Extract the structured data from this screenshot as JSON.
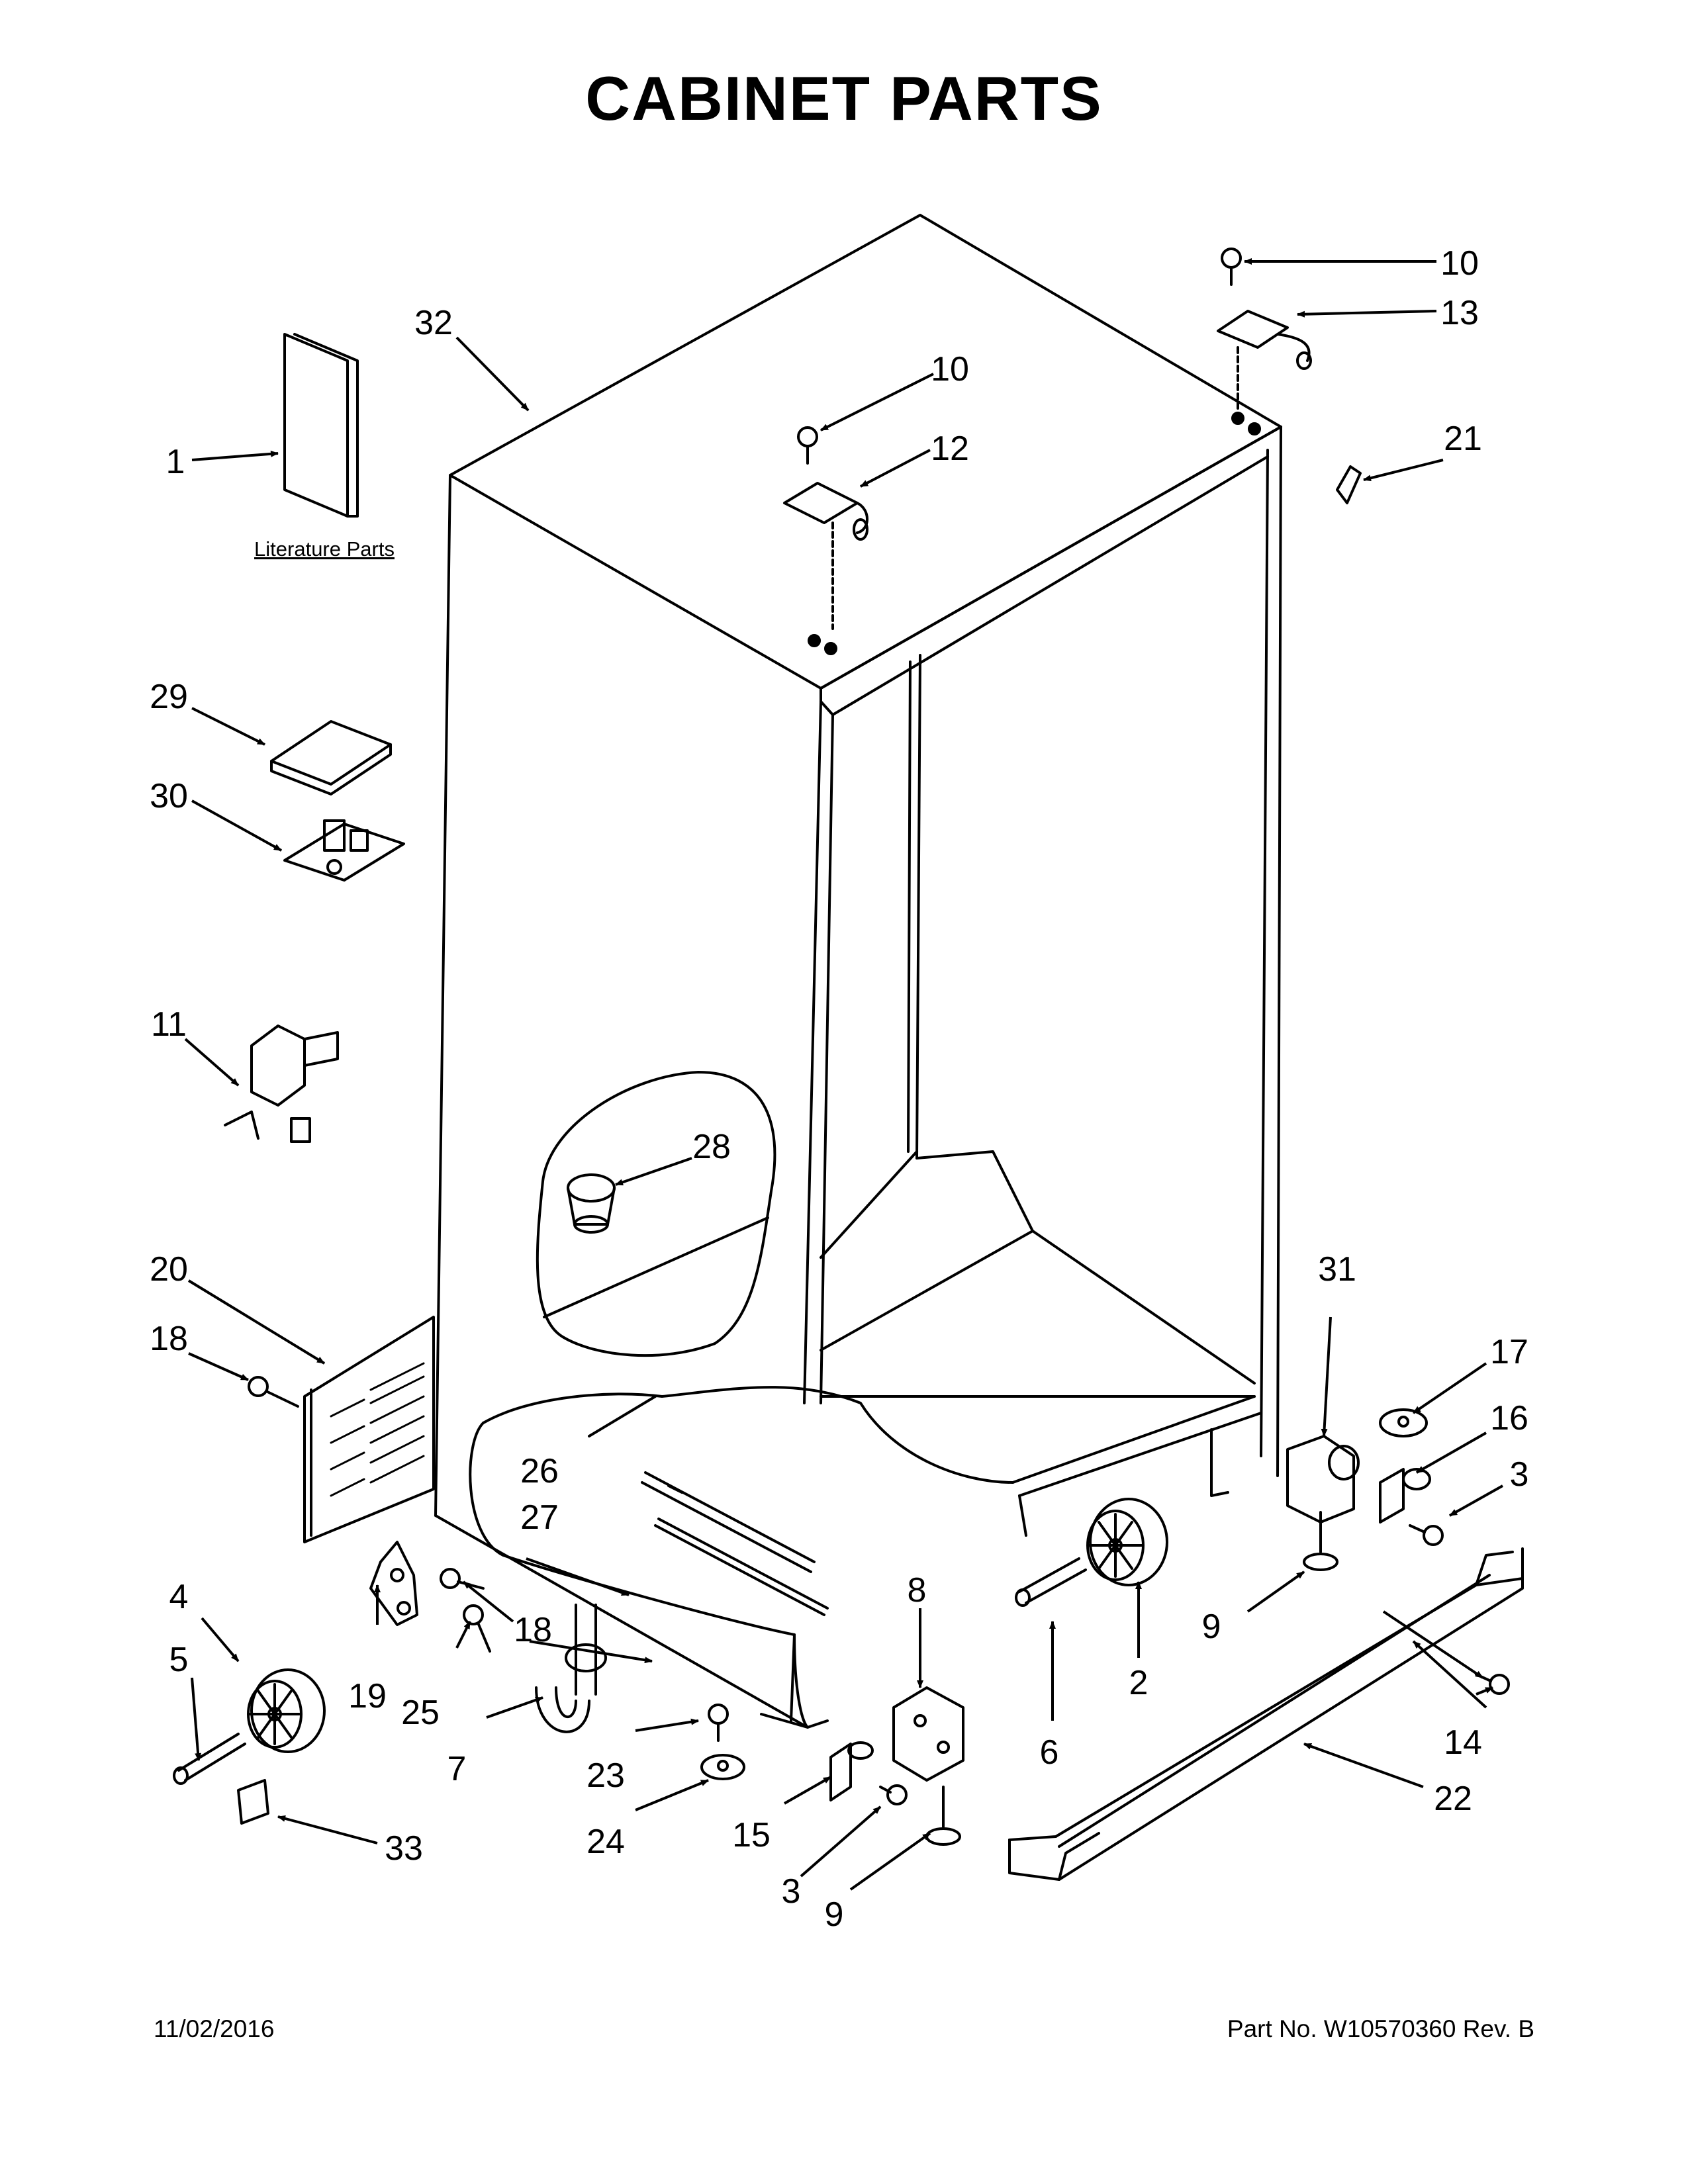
{
  "title": "CABINET PARTS",
  "literature_label": "Literature Parts",
  "footer": {
    "date": "11/02/2016",
    "part_info": "Part No.  W10570360  Rev.  B"
  },
  "callouts": {
    "c1": "1",
    "c2": "2",
    "c3a": "3",
    "c3b": "3",
    "c4": "4",
    "c5": "5",
    "c6": "6",
    "c7": "7",
    "c8": "8",
    "c9a": "9",
    "c9b": "9",
    "c10a": "10",
    "c10b": "10",
    "c11": "11",
    "c12": "12",
    "c13": "13",
    "c14": "14",
    "c15": "15",
    "c16": "16",
    "c17": "17",
    "c18a": "18",
    "c18b": "18",
    "c19": "19",
    "c20": "20",
    "c21": "21",
    "c22": "22",
    "c23": "23",
    "c24": "24",
    "c25": "25",
    "c26": "26",
    "c27": "27",
    "c28": "28",
    "c29": "29",
    "c30": "30",
    "c31": "31",
    "c32": "32",
    "c33": "33"
  }
}
